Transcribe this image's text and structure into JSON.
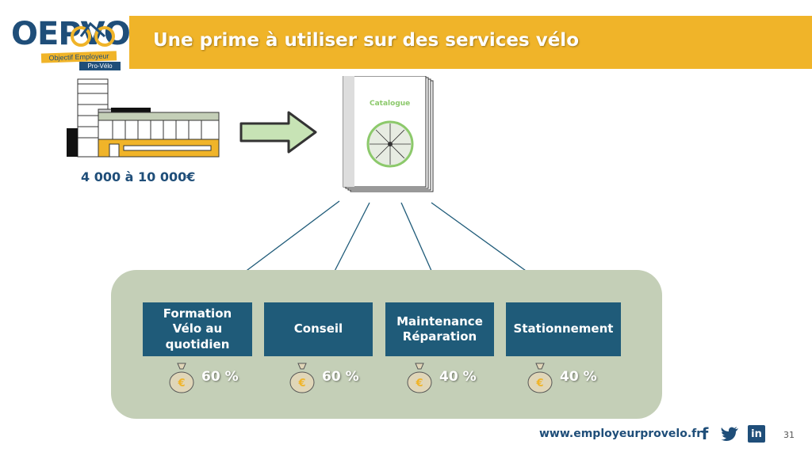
{
  "logo": {
    "word": "OEPVO",
    "tagline": "Objectif Employeur",
    "badge": "Pro-Vélo"
  },
  "header": {
    "title": "Une prime à utiliser sur des services vélo"
  },
  "building": {
    "amount": "4 000 à 10 000€"
  },
  "catalogue": {
    "label": "Catalogue"
  },
  "services": [
    {
      "label": "Formation Vélo au quotidien",
      "percent": "60 %"
    },
    {
      "label": "Conseil",
      "percent": "60 %"
    },
    {
      "label": "Maintenance Réparation",
      "percent": "40 %"
    },
    {
      "label": "Stationnement",
      "percent": "40 %"
    }
  ],
  "footer": {
    "website": "www.employeurprovelo.fr",
    "page_number": "31"
  },
  "colors": {
    "accent": "#f0b429",
    "primary": "#1f4e79",
    "panel": "#c4cfb7",
    "service_box": "#1f5b79"
  },
  "icons": [
    "facebook-icon",
    "twitter-icon",
    "linkedin-icon",
    "money-bag-icon",
    "arrow-right-icon",
    "building-icon",
    "catalogue-icon"
  ]
}
